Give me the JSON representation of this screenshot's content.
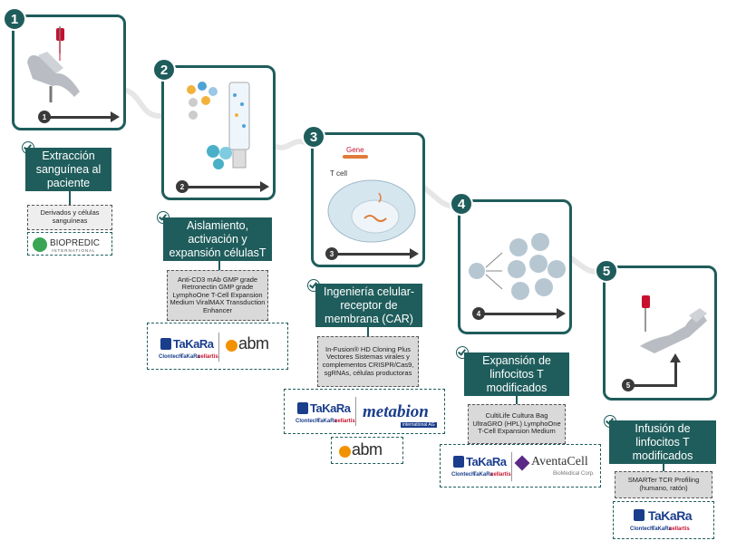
{
  "steps": [
    {
      "num": "1",
      "inner_num": "1",
      "title": "Extracción sanguínea al paciente",
      "products": "Derivados y células sanguíneas",
      "logos": [
        "BIOPREDIC",
        "INTERNATIONAL"
      ]
    },
    {
      "num": "2",
      "inner_num": "2",
      "title": "Aislamiento, activación y expansión célulasT",
      "products": "Anti-CD3 mAb GMP grade Retronectin GMP grade LymphoOne T-Cell Expansion Medium ViralMAX Transduction Enhancer",
      "logos": [
        "TaKaRa",
        "abm"
      ]
    },
    {
      "num": "3",
      "inner_num": "3",
      "title": "Ingeniería celular- receptor de membrana (CAR)",
      "products": "In-Fusion® HD Cloning Plus Vectores Sistemas virales y complementos CRISPR/Cas9, sgRNAs, células productoras",
      "logos": [
        "TaKaRa",
        "metabion",
        "international AG",
        "abm"
      ],
      "diagram": {
        "gene_label": "Gene",
        "cell_label": "T cell"
      }
    },
    {
      "num": "4",
      "inner_num": "4",
      "title": "Expansión de linfocitos T modificados",
      "products": "CultiLife Cultura Bag UltraGRO (HPL) LymphoOne T-Cell Expansion Medium",
      "logos": [
        "TaKaRa",
        "AventaCell",
        "BioMedical Corp."
      ]
    },
    {
      "num": "5",
      "inner_num": "5",
      "title": "Infusión de linfocitos T modificados",
      "products": "SMARTer TCR Profiling (humano, ratón)",
      "logos": [
        "TaKaRa"
      ]
    }
  ],
  "takara_sub": {
    "a": "Clontech",
    "b": "TaKaRa",
    "c": "cellartis"
  },
  "colors": {
    "primary": "#1f5d5c",
    "takara": "#1a3d8c",
    "abm": "#f39200"
  }
}
